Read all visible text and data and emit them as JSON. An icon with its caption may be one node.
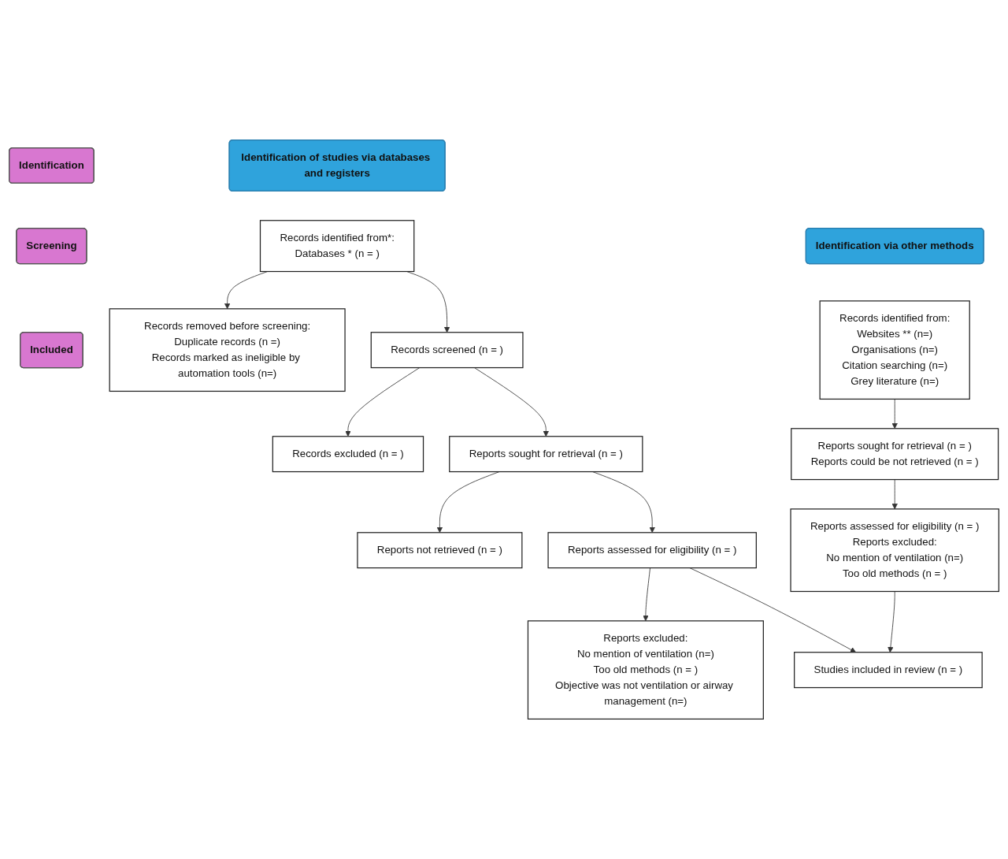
{
  "diagram": {
    "nodes": [
      {
        "text": [
          "Identification of studies via databases and registers"
        ]
      },
      {
        "text": [
          "Identification via other methods"
        ]
      },
      {
        "text": [
          "Identification"
        ]
      },
      {
        "text": [
          "Screening"
        ]
      },
      {
        "text": [
          "Included"
        ]
      },
      {
        "text": [
          "Records identified from*:",
          "Databases * (n = )"
        ]
      },
      {
        "text": [
          "Records removed before screening:",
          "Duplicate records (n =)",
          "Records marked as ineligible by automation tools (n=)"
        ]
      },
      {
        "text": [
          "Records identified from:",
          "Websites ** (n=)",
          "Organisations (n=)",
          "Citation searching (n=)",
          "Grey literature (n=)"
        ]
      },
      {
        "text": [
          "Records screened (n = )"
        ]
      },
      {
        "text": [
          "Records excluded (n = )"
        ]
      },
      {
        "text": [
          "Reports sought for retrieval (n = )"
        ]
      },
      {
        "text": [
          "Reports not retrieved (n = )"
        ]
      },
      {
        "text": [
          "Reports assessed for eligibility (n = )"
        ]
      },
      {
        "text": [
          "Reports excluded:",
          "No mention of ventilation (n=)",
          "Too old methods (n = )",
          "Objective was not ventilation or airway management (n=)"
        ]
      },
      {
        "text": [
          "Reports sought for retrieval (n = )",
          "Reports could be not retrieved (n = )"
        ]
      },
      {
        "text": [
          "Reports assessed for eligibility (n = )",
          "Reports excluded:",
          "No mention of ventilation (n=)",
          "Too old methods (n = )"
        ]
      },
      {
        "text": [
          "Studies included in review (n = )"
        ]
      }
    ],
    "edges": [
      {
        "from": 5,
        "to": 6,
        "arrow": "to"
      },
      {
        "from": 5,
        "to": 8,
        "arrow": "to"
      },
      {
        "from": 8,
        "to": 9,
        "arrow": "to"
      },
      {
        "from": 8,
        "to": 10,
        "arrow": "to"
      },
      {
        "from": 10,
        "to": 11,
        "arrow": "to"
      },
      {
        "from": 10,
        "to": 12,
        "arrow": "to"
      },
      {
        "from": 12,
        "to": 13,
        "arrow": "to"
      },
      {
        "from": 12,
        "to": 16,
        "arrow": "to"
      },
      {
        "from": 7,
        "to": 14,
        "arrow": "to"
      },
      {
        "from": 14,
        "to": 15,
        "arrow": "to"
      },
      {
        "from": 15,
        "to": 16,
        "arrow": "to"
      }
    ]
  }
}
